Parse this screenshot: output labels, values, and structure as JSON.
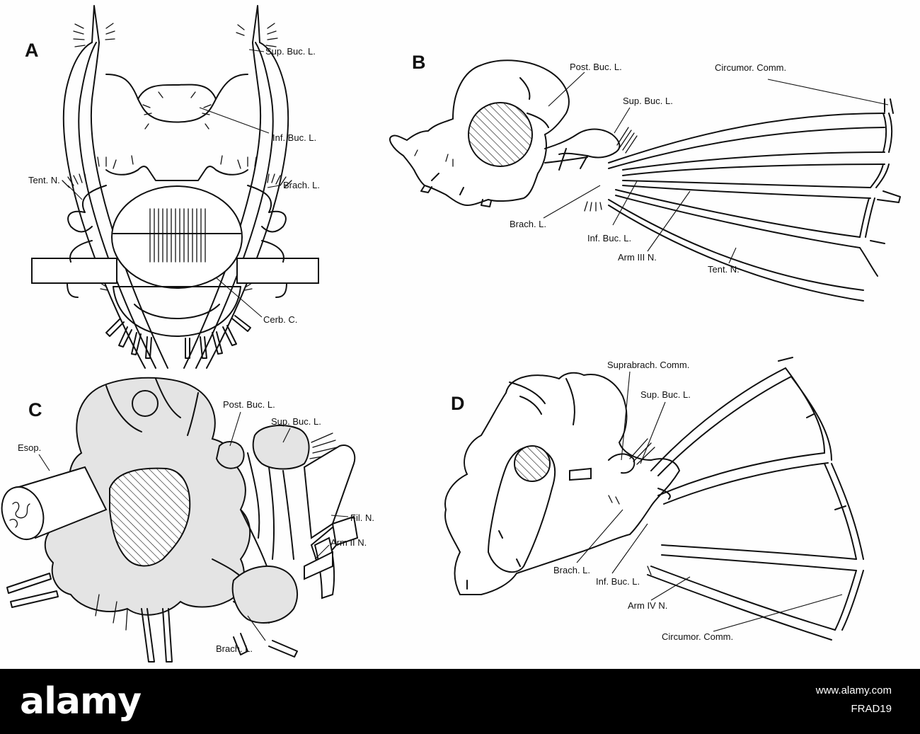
{
  "panels": {
    "A": {
      "letter": "A",
      "labels": {
        "sup_buc": "Sup. Buc. L.",
        "inf_buc": "Inf. Buc. L.",
        "tent_n": "Tent. N.",
        "brach": "Brach. L.",
        "cerb": "Cerb. C."
      }
    },
    "B": {
      "letter": "B",
      "labels": {
        "post_buc": "Post. Buc. L.",
        "circumor": "Circumor.  Comm.",
        "sup_buc": "Sup. Buc. L.",
        "brach": "Brach. L.",
        "inf_buc": "Inf. Buc. L.",
        "arm3": "Arm III N.",
        "tent_n": "Tent. N."
      }
    },
    "C": {
      "letter": "C",
      "labels": {
        "post_buc": "Post. Buc. L.",
        "sup_buc": "Sup. Buc. L.",
        "esop": "Esop.",
        "fil_n": "Fil. N.",
        "arm2": "Arm II N.",
        "brach": "Brach. L."
      }
    },
    "D": {
      "letter": "D",
      "labels": {
        "suprabrach": "Suprabrach.  Comm.",
        "sup_buc": "Sup. Buc. L.",
        "brach": "Brach. L.",
        "inf_buc": "Inf. Buc. L.",
        "arm4": "Arm IV N.",
        "circumor": "Circumor.  Comm."
      }
    }
  },
  "footer": {
    "brand": "alamy",
    "stock_link": "www.alamy.com",
    "image_id": "FRAD19"
  },
  "colors": {
    "footer_bg": "#000000",
    "footer_text": "#ffffff",
    "ink": "#111111"
  }
}
